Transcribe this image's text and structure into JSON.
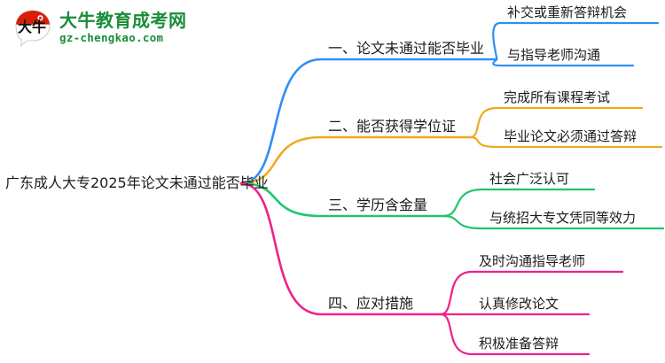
{
  "logo": {
    "mark_text": "大牛",
    "title": "大牛教育成考网",
    "subtitle": "gz-chengkao.com",
    "brand_color": "#1a8c3a",
    "mark_accent_color": "#d81e06"
  },
  "mindmap": {
    "root": {
      "label": "广东成人大专2025年论文未通过能否毕业"
    },
    "branches": [
      {
        "label": "一、论文未通过能否毕业",
        "color": "#2e8ff7",
        "children": [
          {
            "label": "补交或重新答辩机会"
          },
          {
            "label": "与指导老师沟通"
          }
        ]
      },
      {
        "label": "二、能否获得学位证",
        "color": "#efa920",
        "children": [
          {
            "label": "完成所有课程考试"
          },
          {
            "label": "毕业论文必须通过答辩"
          }
        ]
      },
      {
        "label": "三、学历含金量",
        "color": "#21c56d",
        "children": [
          {
            "label": "社会广泛认可"
          },
          {
            "label": "与统招大专文凭同等效力"
          }
        ]
      },
      {
        "label": "四、应对措施",
        "color": "#f0218a",
        "children": [
          {
            "label": "及时沟通指导老师"
          },
          {
            "label": "认真修改论文"
          },
          {
            "label": "积极准备答辩"
          }
        ]
      }
    ]
  }
}
